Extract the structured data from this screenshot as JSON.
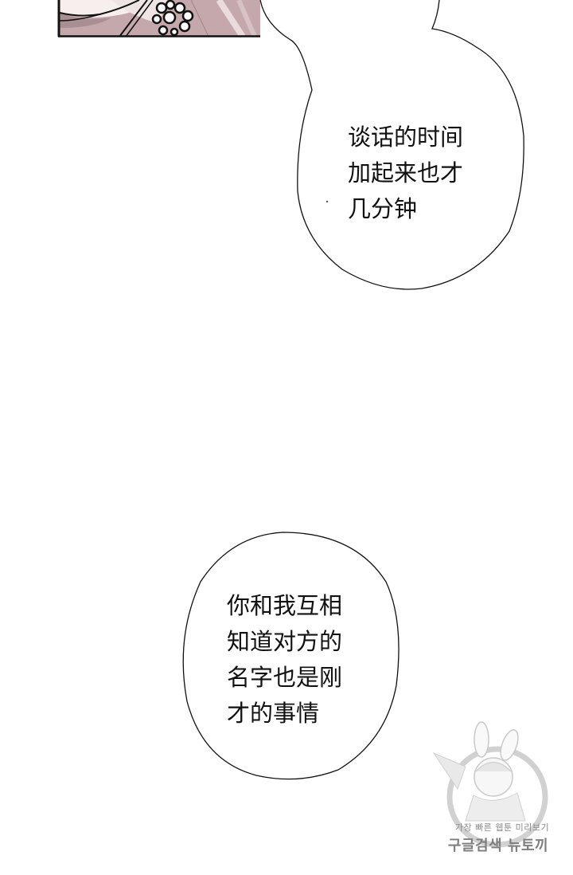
{
  "page": {
    "type": "webtoon-panel",
    "background": "#ffffff"
  },
  "top_panel": {
    "description": "cropped illustration panel (ornate jewelry detail on pink-toned garment)",
    "colors": {
      "pink_shade": "#b89ba0",
      "light_skin": "#f6ecea",
      "border": "#111111"
    }
  },
  "bubbles": [
    {
      "id": "bubble-1",
      "lines": [
        "谈话的时间",
        "加起来也才",
        "几分钟"
      ]
    },
    {
      "id": "bubble-2",
      "lines": [
        "你和我互相",
        "知道对方的",
        "名字也是刚",
        "才的事情"
      ]
    }
  ],
  "watermark": {
    "icon": "bunny-girl-mascot-icon",
    "line1": "가장 빠른 웹툰 미리보기",
    "line2": "구글검색 뉴토끼"
  }
}
